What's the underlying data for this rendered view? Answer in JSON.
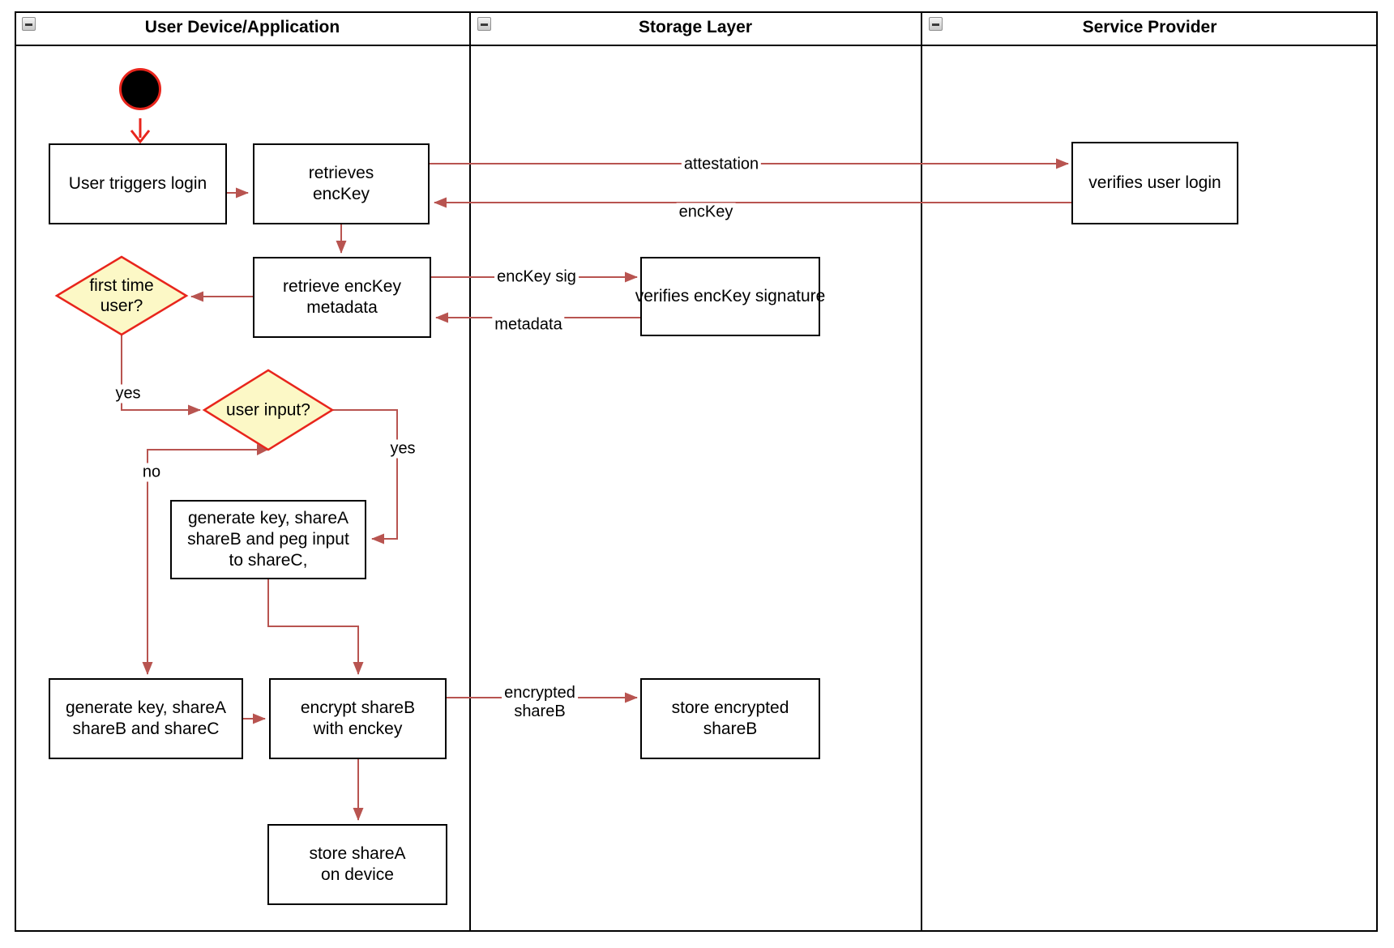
{
  "diagram": {
    "lanes": [
      {
        "title": "User Device/Application"
      },
      {
        "title": "Storage Layer"
      },
      {
        "title": "Service Provider"
      }
    ],
    "nodes": {
      "login": "User triggers login",
      "retrieves_enckey": "retrieves\nencKey",
      "verifies_user_login": "verifies user login",
      "retrieve_metadata": "retrieve encKey\nmetadata",
      "verifies_signature": "verifies encKey signature",
      "first_time_user": "first time\nuser?",
      "user_input": "user input?",
      "generate_peg": "generate key, shareA\nshareB and peg input\nto shareC,",
      "generate_shares": "generate key, shareA\nshareB and shareC",
      "encrypt_shareb": "encrypt shareB\nwith enckey",
      "store_encrypted": "store encrypted\nshareB",
      "store_sharea": "store shareA\non device"
    },
    "edge_labels": {
      "attestation": "attestation",
      "enckey": "encKey",
      "enckey_sig": "encKey sig",
      "metadata": "metadata",
      "yes_first_time": "yes",
      "yes_user_input": "yes",
      "no_user_input": "no",
      "encrypted_shareb": "encrypted\nshareB"
    },
    "colors": {
      "edge": "#B85450",
      "start_red": "#E8251C",
      "diamond_border": "#E8251C",
      "diamond_fill": "#FCF8C6",
      "box_border": "#000000"
    }
  }
}
